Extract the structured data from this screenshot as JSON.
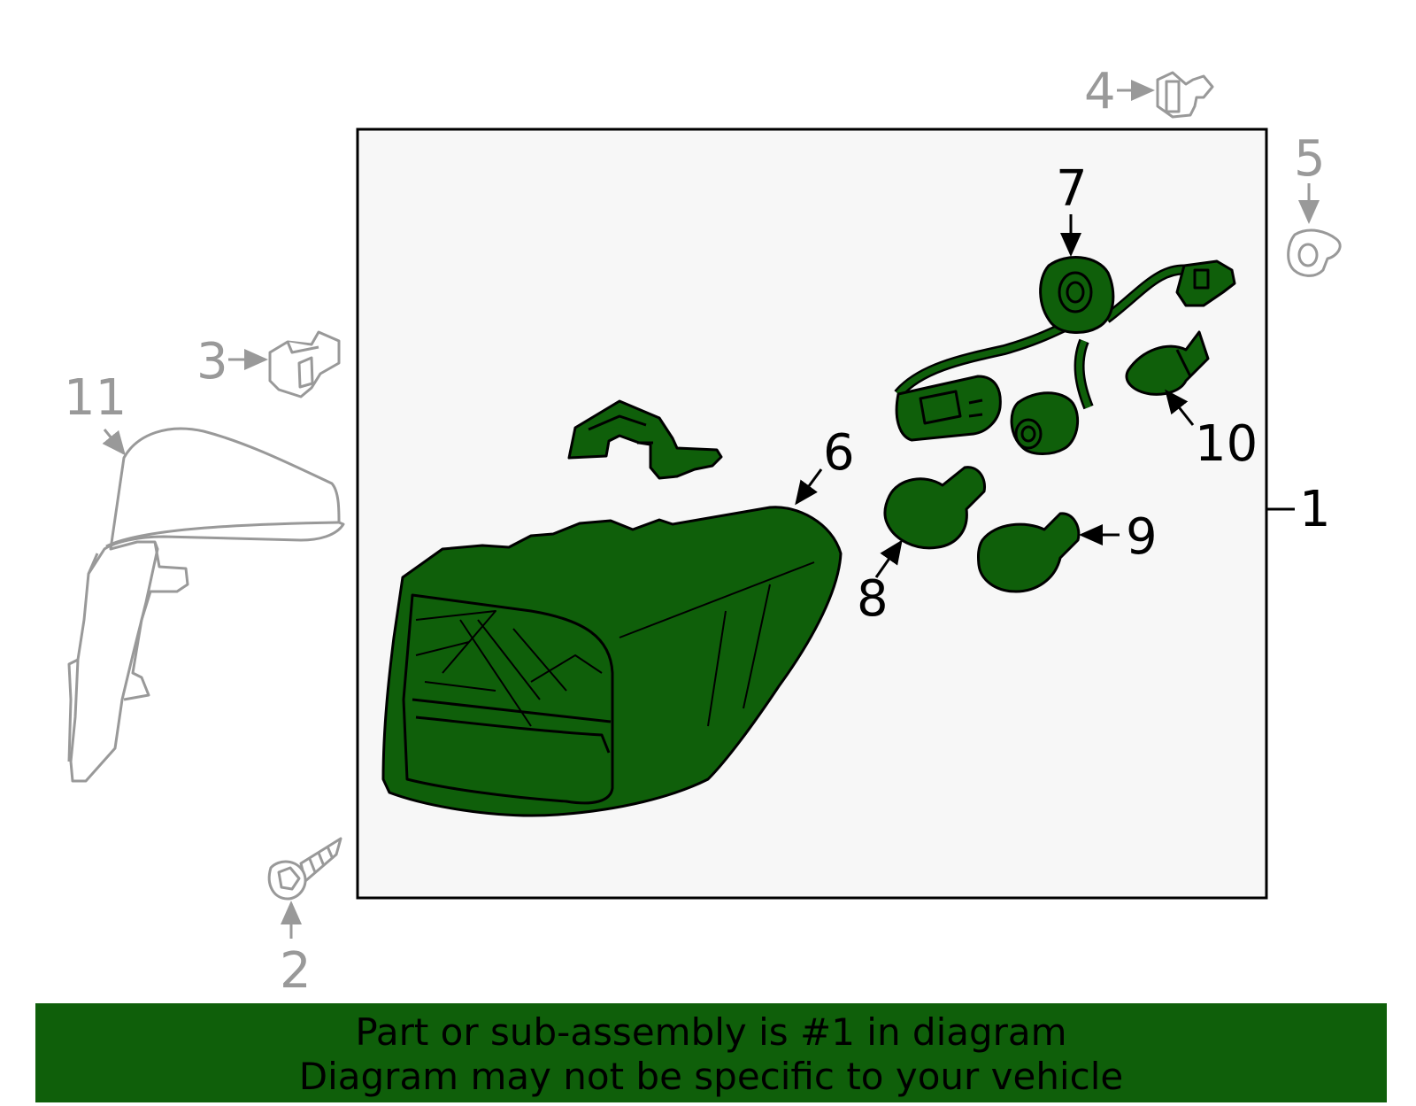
{
  "banner": {
    "line1": "Part or sub-assembly is #1 in diagram",
    "line2": "Diagram may not be specific to your vehicle"
  },
  "callouts": {
    "c1": "1",
    "c2": "2",
    "c3": "3",
    "c4": "4",
    "c5": "5",
    "c6": "6",
    "c7": "7",
    "c8": "8",
    "c9": "9",
    "c10": "10",
    "c11": "11"
  },
  "colors": {
    "part_fill": "#0f5f0a",
    "outline": "#000000",
    "gray_part": "#999999",
    "box_bg": "#f7f7f7",
    "banner_bg": "#0f5f0a"
  },
  "parts": {
    "highlighted": [
      "6",
      "7",
      "8",
      "9",
      "10"
    ],
    "gray": [
      "2",
      "3",
      "4",
      "5",
      "11"
    ]
  }
}
